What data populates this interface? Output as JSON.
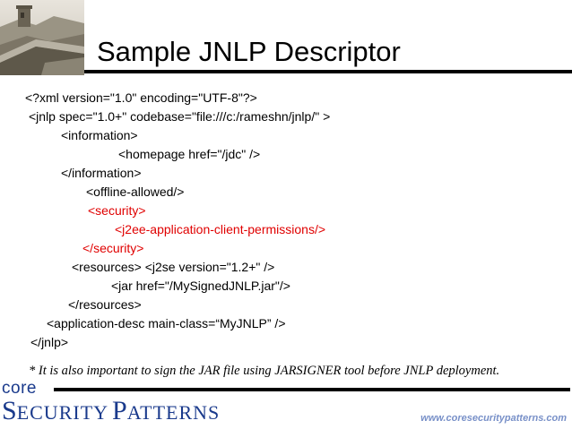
{
  "slide": {
    "title": "Sample JNLP Descriptor",
    "code_lines": [
      "<?xml version=\"1.0\" encoding=\"UTF-8\"?>",
      "<jnlp spec=\"1.0+\" codebase=\"file:///c:/rameshn/jnlp/\" >",
      "<information>",
      "<homepage href=\"/jdc\" />",
      "</information>",
      "<offline-allowed/>",
      "<security>",
      "<j2ee-application-client-permissions/>",
      "</security>",
      "<resources> <j2se version=\"1.2+\" />",
      "<jar href=\"/MySignedJNLP.jar\"/>",
      "</resources>",
      "<application-desc main-class=“MyJNLP” />",
      "</jnlp>"
    ],
    "note": "*  It is also important to sign the JAR file using JARSIGNER tool before JNLP deployment."
  },
  "footer": {
    "logo_core": "core",
    "logo_s": "S",
    "logo_ecurity": "ECURITY",
    "logo_p": "P",
    "logo_atterns": "ATTERNS",
    "url": "www.coresecuritypatterns.com"
  },
  "colors": {
    "highlight": "#e00000",
    "logo": "#1a3a8c",
    "url": "#7890c8"
  }
}
